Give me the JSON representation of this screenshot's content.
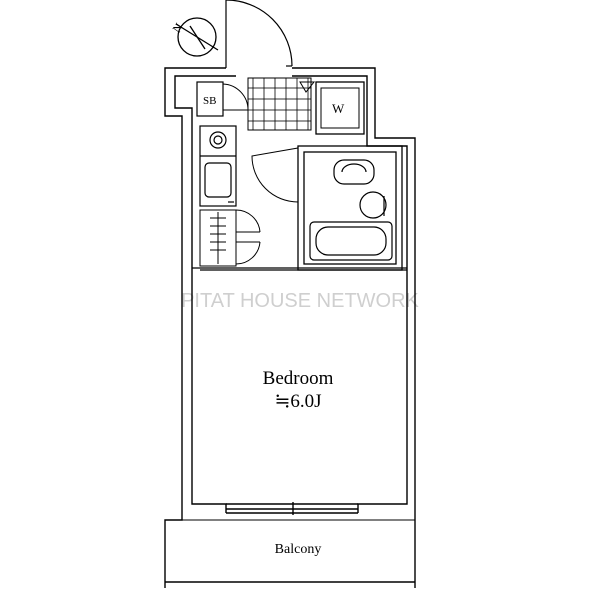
{
  "rooms": {
    "bedroom": {
      "name": "Bedroom",
      "size": "≒6.0J"
    },
    "balcony": {
      "name": "Balcony"
    },
    "shoe_box": {
      "label": "SB"
    },
    "washer": {
      "label": "W"
    },
    "compass": {
      "label": "N"
    }
  },
  "watermark": "PITAT HOUSE NETWORK"
}
